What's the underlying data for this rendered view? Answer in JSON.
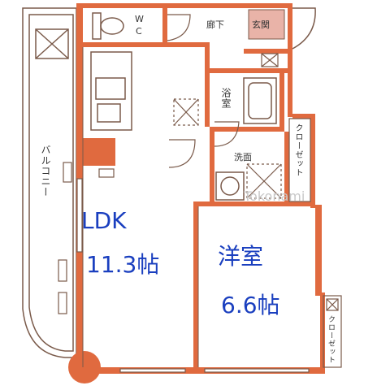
{
  "colors": {
    "wall": "#e06a3f",
    "line": "#7a5a4a",
    "text": "#333333",
    "blue_text": "#1a3fbf",
    "floor": "#ffffff",
    "entrance_fill": "#e9b3a8"
  },
  "rooms": {
    "wc": {
      "label_top": "W",
      "label_bottom": "C"
    },
    "hallway": {
      "label": "廊下"
    },
    "entrance": {
      "label": "玄関"
    },
    "bath": {
      "label": "浴室"
    },
    "washroom": {
      "label": "洗面"
    },
    "closet_top": {
      "label": "クローゼット"
    },
    "closet_bottom": {
      "label": "クローゼット"
    },
    "balcony": {
      "label": "バルコニー"
    },
    "ldk": {
      "name": "LDK",
      "size": "11.3帖"
    },
    "western": {
      "name": "洋室",
      "size": "6.6帖"
    }
  },
  "watermark": "Tokonami"
}
